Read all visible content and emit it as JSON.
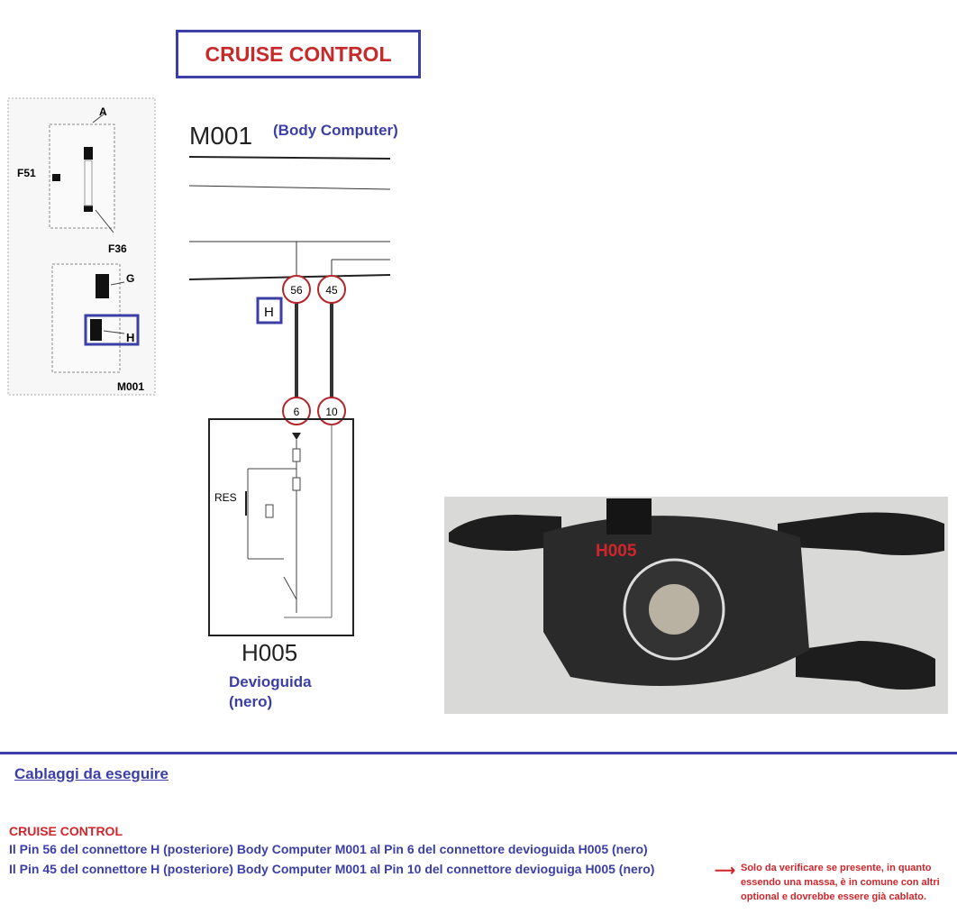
{
  "title": "CRUISE CONTROL",
  "fusebox": {
    "labels": {
      "a": "A",
      "f51": "F51",
      "f36": "F36",
      "g": "G",
      "h": "H",
      "m001": "M001"
    }
  },
  "schematic": {
    "m001": "M001",
    "m001_desc": "(Body Computer)",
    "connector": "H",
    "pins_top": [
      "56",
      "45"
    ],
    "pins_bottom": [
      "6",
      "10"
    ],
    "res": "RES",
    "h005": "H005",
    "h005_desc1": "Devioguida",
    "h005_desc2": "(nero)"
  },
  "photo": {
    "label": "H005"
  },
  "section": {
    "heading": "Cablaggi da eseguire",
    "subheading": "CRUISE CONTROL",
    "lines": [
      "Il Pin 56 del connettore H (posteriore) Body Computer M001 al Pin 6 del connettore devioguida H005 (nero)",
      "Il Pin 45 del connettore H (posteriore) Body Computer M001 al Pin 10 del connettore devioguiga H005 (nero)"
    ],
    "note": [
      "Solo da verificare se presente, in quanto",
      "essendo una massa, è in comune con altri",
      "optional e dovrebbe essere già cablato."
    ]
  },
  "colors": {
    "blue": "#3b3fa6",
    "red": "#d0262b"
  }
}
